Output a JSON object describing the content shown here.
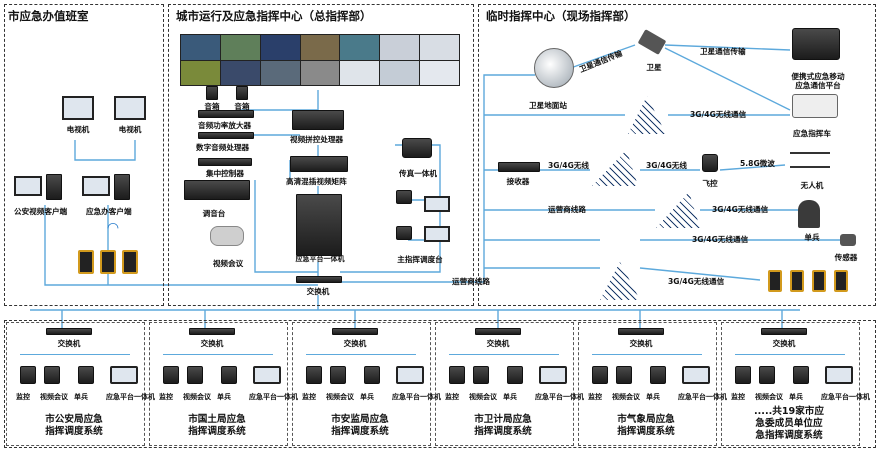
{
  "panels": {
    "office": "市应急办值班室",
    "center": "城市运行及应急指挥中心（总指挥部）",
    "field": "临时指挥中心（现场指挥部）"
  },
  "office": {
    "tv1": "电视机",
    "tv2": "电视机",
    "client1": "公安视频客户端",
    "client2": "应急办客户端"
  },
  "center": {
    "speaker1": "音箱",
    "speaker2": "音箱",
    "amplifier": "音频功率放大器",
    "audio_proc": "数字音频处理器",
    "video_splice": "视频拼控处理器",
    "central_ctrl": "集中控制器",
    "matrix": "高清混插视频矩阵",
    "fax": "传真一体机",
    "mixer": "调音台",
    "video_conf": "视频会议",
    "platform": "应急平台一体机",
    "dispatch": "主指挥调度台",
    "switch": "交换机",
    "carrier_line": "运营商线路"
  },
  "field": {
    "satellite_station": "卫星地面站",
    "satellite": "卫星",
    "sat_link1": "卫星通信传输",
    "sat_link2": "卫星通信传输",
    "portable": "便携式应急移动\n应急通信平台",
    "wireless1": "3G/4G无线通信",
    "command_car": "应急指挥车",
    "receiver": "接收器",
    "wireless_short1": "3G/4G无线",
    "wireless_short2": "3G/4G无线",
    "flight_ctrl": "飞控",
    "microwave": "5.8G微波",
    "drone": "无人机",
    "carrier": "运营商线路",
    "wireless2": "3G/4G无线通信",
    "soldier": "单兵",
    "wireless3": "3G/4G无线通信",
    "sensor": "传感器",
    "wireless4": "3G/4G无线通信"
  },
  "bottom": {
    "switch_label": "交换机",
    "items": [
      "监控",
      "视频会议",
      "单兵",
      "应急平台一体机"
    ],
    "systems": [
      "市公安局应急\n指挥调度系统",
      "市国土局应急\n指挥调度系统",
      "市安监局应急\n指挥调度系统",
      "市卫计局应急\n指挥调度系统",
      "市气象局应急\n指挥调度系统",
      ".....共19家市应\n急委成员单位应\n急指挥调度系统"
    ]
  },
  "colors": {
    "link": "#5da9dc",
    "border": "#333333"
  }
}
